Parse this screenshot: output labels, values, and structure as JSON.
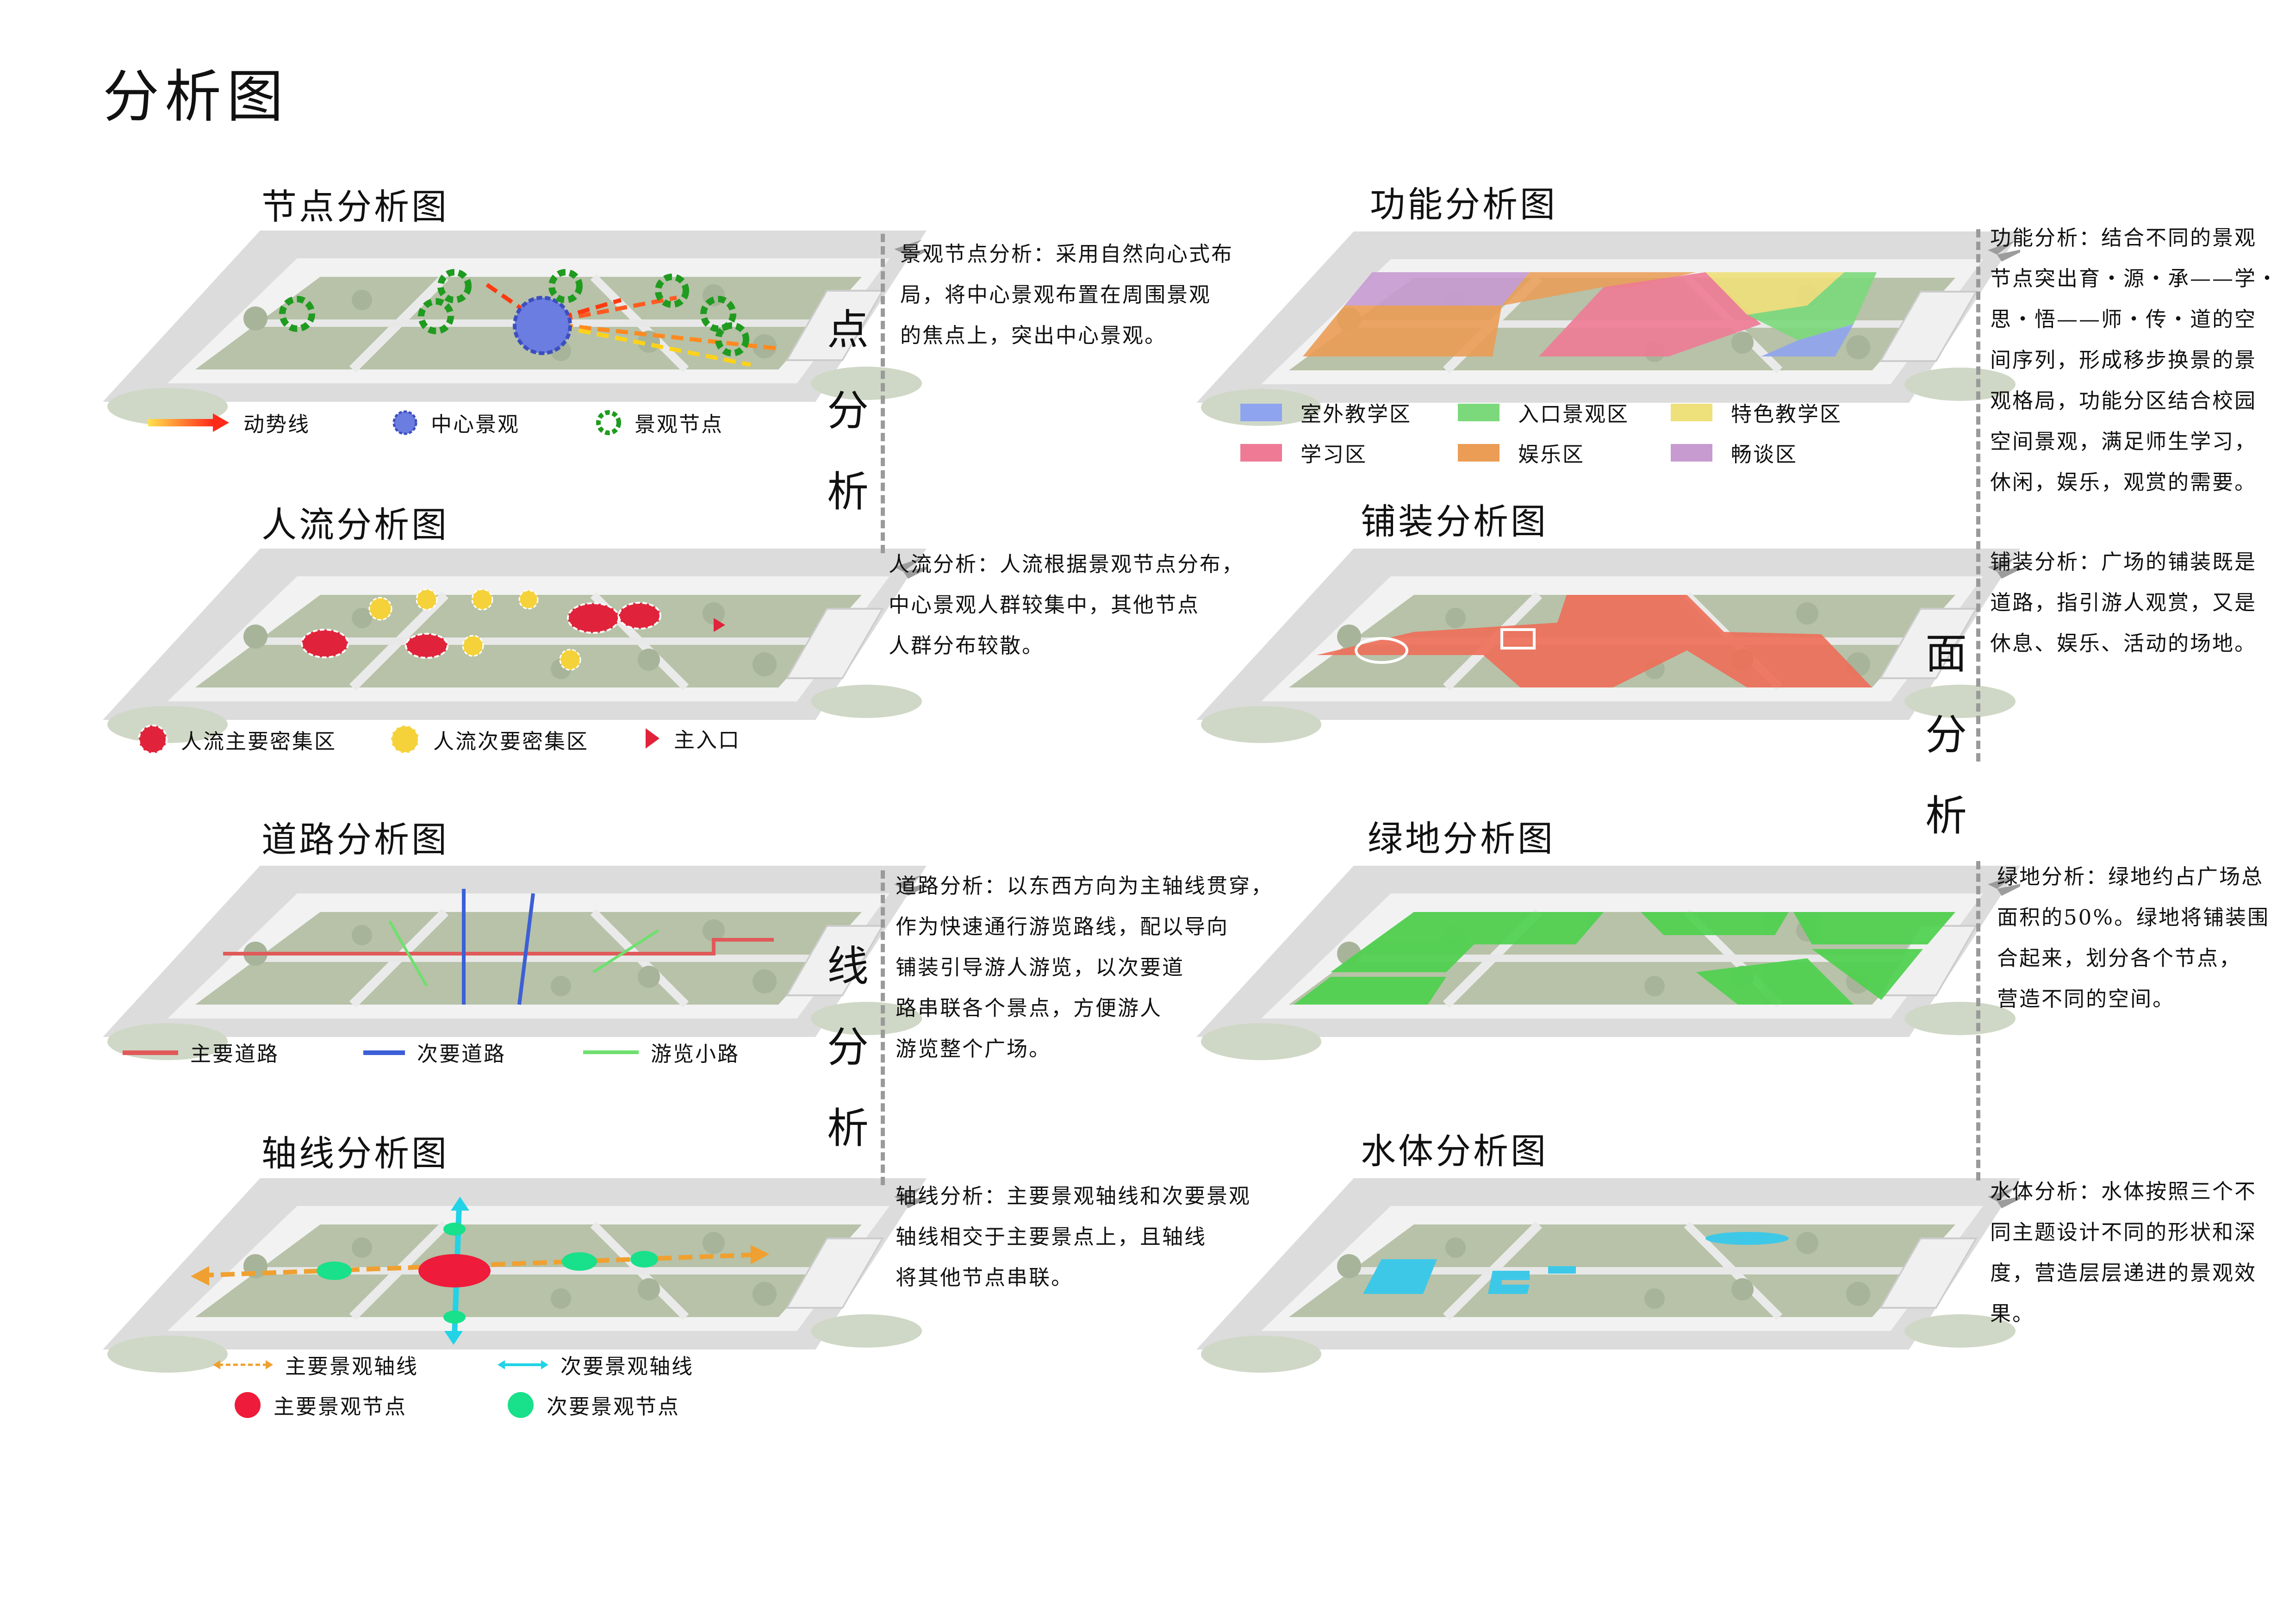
{
  "title": "分析图",
  "sections": {
    "node": {
      "title": "节点分析图",
      "desc": "景观节点分析：采用自然向心式布\n局，将中心景观布置在周围景观\n的焦点上，突出中心景观。",
      "legend": [
        "动势线",
        "中心景观",
        "景观节点"
      ]
    },
    "crowd": {
      "title": "人流分析图",
      "desc": "人流分析：人流根据景观节点分布，\n中心景观人群较集中，其他节点\n人群分布较散。",
      "legend": [
        "人流主要密集区",
        "人流次要密集区",
        "主入口"
      ]
    },
    "road": {
      "title": "道路分析图",
      "desc": "道路分析：以东西方向为主轴线贯穿，\n作为快速通行游览路线，配以导向\n铺装引导游人游览，以次要道\n路串联各个景点，方便游人\n游览整个广场。",
      "legend": [
        "主要道路",
        "次要道路",
        "游览小路"
      ]
    },
    "axis": {
      "title": "轴线分析图",
      "desc": "轴线分析：主要景观轴线和次要景观\n轴线相交于主要景点上，且轴线\n将其他节点串联。",
      "legend": [
        "主要景观轴线",
        "次要景观轴线",
        "主要景观节点",
        "次要景观节点"
      ]
    },
    "function": {
      "title": "功能分析图",
      "desc": "功能分析：结合不同的景观\n节点突出育・源・承——学・\n思・悟——师・传・道的空\n间序列，形成移步换景的景\n观格局，功能分区结合校园\n空间景观，满足师生学习，\n休闲，娱乐，观赏的需要。",
      "legend": [
        "室外教学区",
        "入口景观区",
        "特色教学区",
        "学习区",
        "娱乐区",
        "畅谈区"
      ]
    },
    "paving": {
      "title": "铺装分析图",
      "desc": "铺装分析：广场的铺装既是\n道路，指引游人观赏，又是\n休息、娱乐、活动的场地。"
    },
    "green": {
      "title": "绿地分析图",
      "desc": "绿地分析：绿地约占广场总\n面积的50%。绿地将铺装围\n合起来，划分各个节点，\n营造不同的空间。"
    },
    "water": {
      "title": "水体分析图",
      "desc": "水体分析：水体按照三个不\n同主题设计不同的形状和深\n度，营造层层递进的景观效\n果。"
    }
  },
  "vertical_labels": {
    "point": [
      "点",
      "分",
      "析"
    ],
    "line": [
      "线",
      "分",
      "析"
    ],
    "surface": [
      "面",
      "分",
      "析"
    ]
  },
  "colors": {
    "outdoor_teaching": "#8fa4ee",
    "entrance": "#7bd97b",
    "feature_teaching": "#eee07a",
    "study": "#ee7a95",
    "entertainment": "#eb9c55",
    "talk": "#c79ad0",
    "main_road": "#e05a5a",
    "secondary_road": "#3d5fd6",
    "path": "#6ee06e",
    "axis_main": "#f0a030",
    "axis_secondary": "#22d3e6",
    "node_main": "#ee1b3a",
    "node_secondary": "#19e08a"
  }
}
